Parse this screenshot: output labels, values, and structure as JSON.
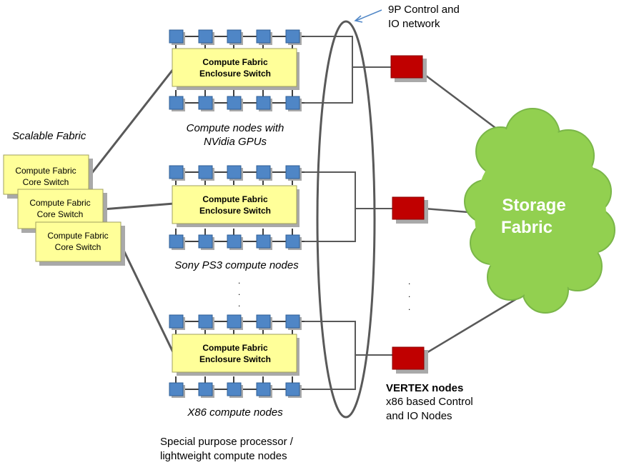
{
  "scalable_fabric": {
    "label": "Scalable Fabric",
    "core_switches": [
      {
        "line1": "Compute Fabric",
        "line2": "Core Switch"
      },
      {
        "line1": "Compute Fabric",
        "line2": "Core Switch"
      },
      {
        "line1": "Compute Fabric",
        "line2": "Core Switch"
      }
    ]
  },
  "enclosures": [
    {
      "line1": "Compute Fabric",
      "line2": "Enclosure Switch",
      "caption_line1": "Compute nodes with",
      "caption_line2": "NVidia GPUs"
    },
    {
      "line1": "Compute Fabric",
      "line2": "Enclosure Switch",
      "caption_line1": "Sony PS3 compute nodes",
      "caption_line2": ""
    },
    {
      "line1": "Compute Fabric",
      "line2": "Enclosure Switch",
      "caption_line1": "X86 compute nodes",
      "caption_line2": ""
    }
  ],
  "special_purpose": {
    "line1": "Special purpose processor /",
    "line2": "lightweight compute nodes"
  },
  "network": {
    "line1": "9P Control and",
    "line2": "IO network"
  },
  "vertex": {
    "title": "VERTEX nodes",
    "line1": "x86 based Control",
    "line2": "and IO Nodes"
  },
  "storage": {
    "line1": "Storage",
    "line2": "Fabric"
  },
  "colors": {
    "switch_fill": "#ffff99",
    "node_fill": "#4f86c6",
    "vertex_fill": "#c00000",
    "storage_fill": "#92d050",
    "line": "#595959",
    "arrow": "#4f86c6"
  }
}
